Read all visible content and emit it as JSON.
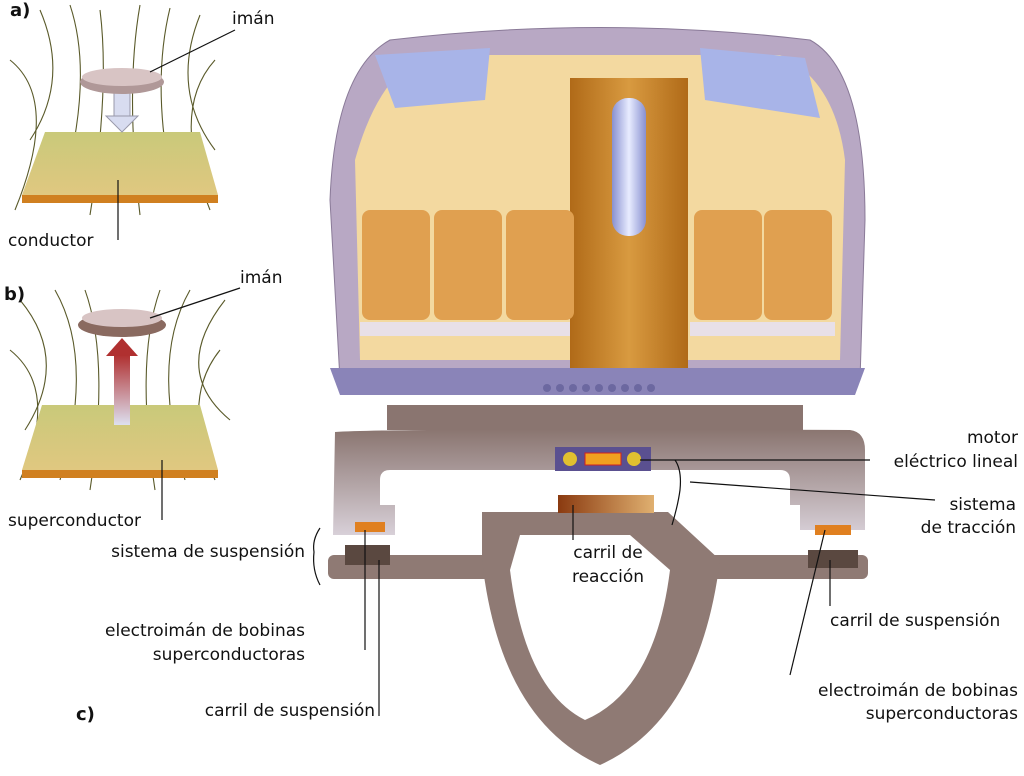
{
  "panel_a": {
    "tag": "a)",
    "magnet_label": "imán",
    "conductor_label": "conductor"
  },
  "panel_b": {
    "tag": "b)",
    "magnet_label": "imán",
    "superconductor_label": "superconductor"
  },
  "panel_c": {
    "tag": "c)",
    "motor_label": [
      "motor",
      "eléctrico lineal"
    ],
    "traction_label": [
      "sistema",
      "de tracción"
    ],
    "suspension_system_label": "sistema de suspensión",
    "reaction_rail_label": [
      "carril de",
      "reacción"
    ],
    "left_electromagnet_label": [
      "electroimán de bobinas",
      "superconductoras"
    ],
    "right_suspension_rail_label": "carril de suspensión",
    "left_suspension_rail_label": "carril de suspensión",
    "right_electromagnet_label": [
      "electroimán de bobinas",
      "superconductoras"
    ]
  },
  "colors": {
    "plate": "#c8c878",
    "plate_edge": "#d08020",
    "train_body": "#a898b0",
    "interior": "#f3d9a0",
    "seat": "#e0a050",
    "pillar": "#c8801e",
    "guideway": "#8f7a74",
    "bogie": "#9a8580"
  }
}
